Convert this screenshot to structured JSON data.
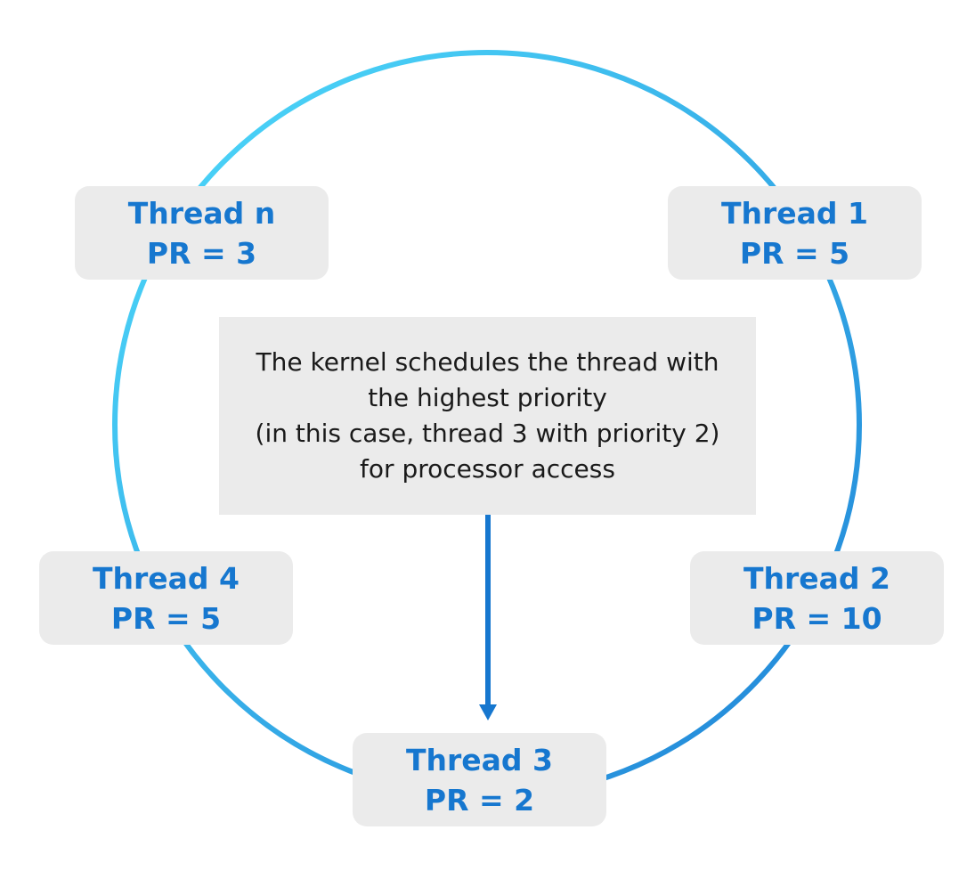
{
  "colors": {
    "ring_start": "#4fdcfb",
    "ring_end": "#1f82d6",
    "box_fill": "#ebebeb",
    "thread_text": "#1677cf",
    "arrow": "#1677cf",
    "body_text": "#1a1a1a"
  },
  "threads": {
    "thread_n": {
      "name": "Thread n",
      "priority": "PR = 3"
    },
    "thread_1": {
      "name": "Thread 1",
      "priority": "PR = 5"
    },
    "thread_4": {
      "name": "Thread 4",
      "priority": "PR = 5"
    },
    "thread_2": {
      "name": "Thread 2",
      "priority": "PR = 10"
    },
    "thread_3": {
      "name": "Thread 3",
      "priority": "PR = 2"
    }
  },
  "kernel_note": {
    "lines": [
      "The kernel schedules the thread with",
      "the highest priority",
      "(in this case, thread 3 with priority 2)",
      "for processor access"
    ]
  }
}
